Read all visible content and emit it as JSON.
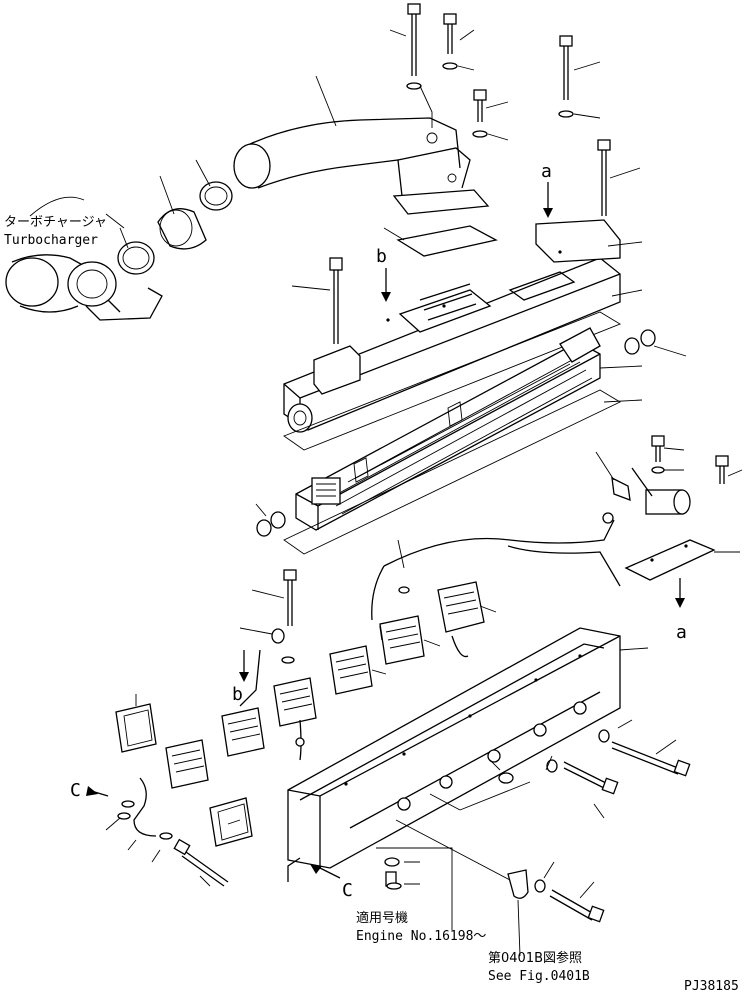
{
  "labels": {
    "turbo_jp": "ターボチャージャ",
    "turbo_en": "Turbocharger",
    "ref_a": "a",
    "ref_b": "b",
    "ref_c": "C",
    "serial_jp": "適用号機",
    "serial_en": "Engine No.16198～",
    "see_jp": "第0401B図参照",
    "see_en": "See Fig.0401B",
    "drawing_no": "PJ38185"
  }
}
